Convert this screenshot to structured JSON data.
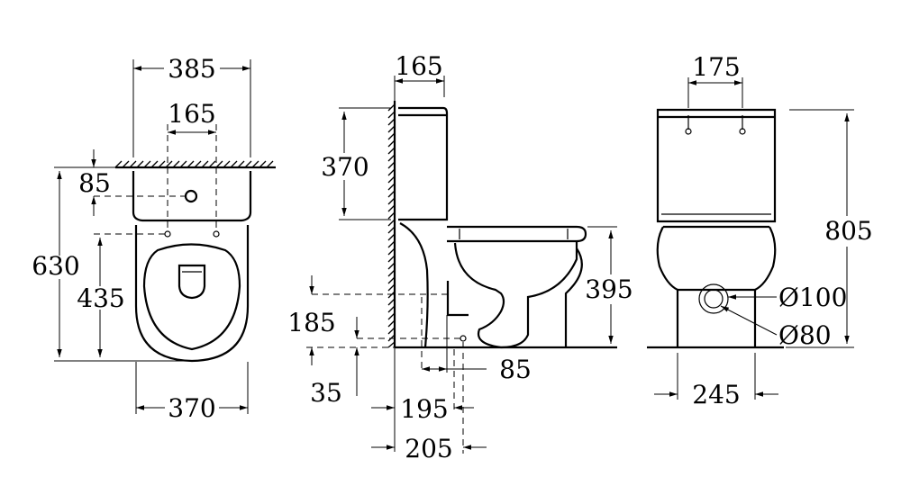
{
  "labels": {
    "top_width_overall": "385",
    "top_fixing_spacing": "165",
    "top_button_offset": "85",
    "top_depth_overall": "630",
    "top_fixing_depth": "435",
    "top_bowl_width": "370",
    "side_cistern_depth": "165",
    "side_cistern_height": "370",
    "side_seat_height": "395",
    "side_outlet_height": "185",
    "side_outlet_width": "85",
    "side_floor_fixing_height": "35",
    "side_outlet_distance": "195",
    "side_fixing_distance": "205",
    "front_fixing_spacing": "175",
    "front_overall_height": "805",
    "front_outlet_outer": "Ø100",
    "front_outlet_inner": "Ø80",
    "front_base_width": "245"
  }
}
